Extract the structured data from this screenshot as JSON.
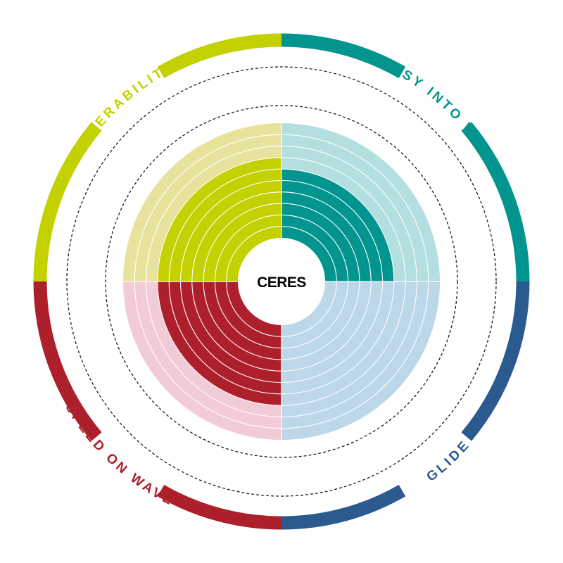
{
  "chart_data": {
    "type": "radial-bar",
    "center_label": "CERES",
    "scale_max": 10,
    "grid": true,
    "categories": [
      {
        "label": "EASY INTO WAVE",
        "value": 6,
        "color": "#02958f",
        "track_color": "#b3dfe0"
      },
      {
        "label": "GLIDE",
        "value": 10,
        "color": "#bcd7e8",
        "track_color": "#bcd7e8",
        "label_color": "#2b5a8e"
      },
      {
        "label": "SPEED ON WAVE",
        "value": 7,
        "color": "#ad1f2b",
        "track_color": "#f3cbd6"
      },
      {
        "label": "MANEUVERABILITY",
        "value": 7,
        "color": "#c3d100",
        "track_color": "#e8e39c"
      }
    ],
    "outer_ring_colors": [
      "#02958f",
      "#2b5a8e",
      "#ad1f2b",
      "#c3d100"
    ],
    "dashed_ring_color": "#1a1a1a"
  }
}
